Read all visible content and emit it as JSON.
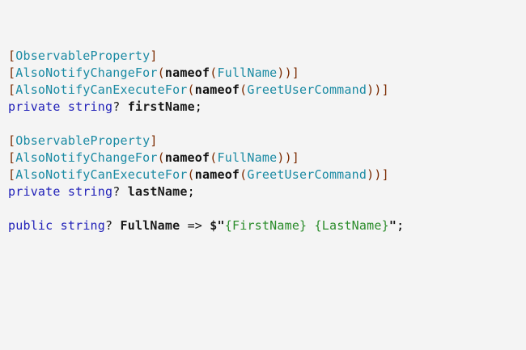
{
  "colors": {
    "background": "#f4f4f4",
    "punctuation": "#000000",
    "attribute": "#2b91af",
    "keyword": "#0000ff",
    "method": "#74531f",
    "string": "#a31515",
    "interpolation": "#0000ff"
  },
  "code": {
    "lines": [
      [
        {
          "text": "[",
          "kind": "attribute"
        },
        {
          "text": "ObservableProperty",
          "kind": "attribute"
        },
        {
          "text": "]",
          "kind": "attribute"
        }
      ],
      [
        {
          "text": "[",
          "kind": "attribute"
        },
        {
          "text": "AlsoNotifyChangeFor",
          "kind": "attribute"
        },
        {
          "text": "(",
          "kind": "attribute"
        },
        {
          "text": "nameof",
          "kind": "keyword_bold"
        },
        {
          "text": "(",
          "kind": "attribute"
        },
        {
          "text": "FullName",
          "kind": "attribute"
        },
        {
          "text": "))]",
          "kind": "attribute"
        }
      ],
      [
        {
          "text": "[",
          "kind": "attribute"
        },
        {
          "text": "AlsoNotifyCanExecuteFor",
          "kind": "attribute"
        },
        {
          "text": "(",
          "kind": "attribute"
        },
        {
          "text": "nameof",
          "kind": "keyword_bold"
        },
        {
          "text": "(",
          "kind": "attribute"
        },
        {
          "text": "GreetUserCommand",
          "kind": "attribute"
        },
        {
          "text": "))]",
          "kind": "attribute"
        }
      ],
      [
        {
          "text": "private",
          "kind": "keyword"
        },
        {
          "text": " ",
          "kind": "plain"
        },
        {
          "text": "string",
          "kind": "keyword"
        },
        {
          "text": "? ",
          "kind": "plain"
        },
        {
          "text": "firstName",
          "kind": "plain"
        },
        {
          "text": ";",
          "kind": "plain"
        }
      ],
      [],
      [
        {
          "text": "[",
          "kind": "attribute"
        },
        {
          "text": "ObservableProperty",
          "kind": "attribute"
        },
        {
          "text": "]",
          "kind": "attribute"
        }
      ],
      [
        {
          "text": "[",
          "kind": "attribute"
        },
        {
          "text": "AlsoNotifyChangeFor",
          "kind": "attribute"
        },
        {
          "text": "(",
          "kind": "attribute"
        },
        {
          "text": "nameof",
          "kind": "keyword_bold"
        },
        {
          "text": "(",
          "kind": "attribute"
        },
        {
          "text": "FullName",
          "kind": "attribute"
        },
        {
          "text": "))]",
          "kind": "attribute"
        }
      ],
      [
        {
          "text": "[",
          "kind": "attribute"
        },
        {
          "text": "AlsoNotifyCanExecuteFor",
          "kind": "attribute"
        },
        {
          "text": "(",
          "kind": "attribute"
        },
        {
          "text": "nameof",
          "kind": "keyword_bold"
        },
        {
          "text": "(",
          "kind": "attribute"
        },
        {
          "text": "GreetUserCommand",
          "kind": "attribute"
        },
        {
          "text": "))]",
          "kind": "attribute"
        }
      ],
      [
        {
          "text": "private",
          "kind": "keyword"
        },
        {
          "text": " ",
          "kind": "plain"
        },
        {
          "text": "string",
          "kind": "keyword"
        },
        {
          "text": "? ",
          "kind": "plain"
        },
        {
          "text": "lastName",
          "kind": "plain"
        },
        {
          "text": ";",
          "kind": "plain"
        }
      ],
      [],
      [
        {
          "text": "public",
          "kind": "keyword"
        },
        {
          "text": " ",
          "kind": "plain"
        },
        {
          "text": "string",
          "kind": "keyword"
        },
        {
          "text": "? ",
          "kind": "plain"
        },
        {
          "text": "FullName",
          "kind": "plain"
        },
        {
          "text": " => ",
          "kind": "operator"
        },
        {
          "text": "$\"",
          "kind": "string"
        },
        {
          "text": "{FirstName} {LastName}",
          "kind": "interp"
        },
        {
          "text": "\"",
          "kind": "string"
        },
        {
          "text": ";",
          "kind": "plain"
        }
      ]
    ]
  }
}
